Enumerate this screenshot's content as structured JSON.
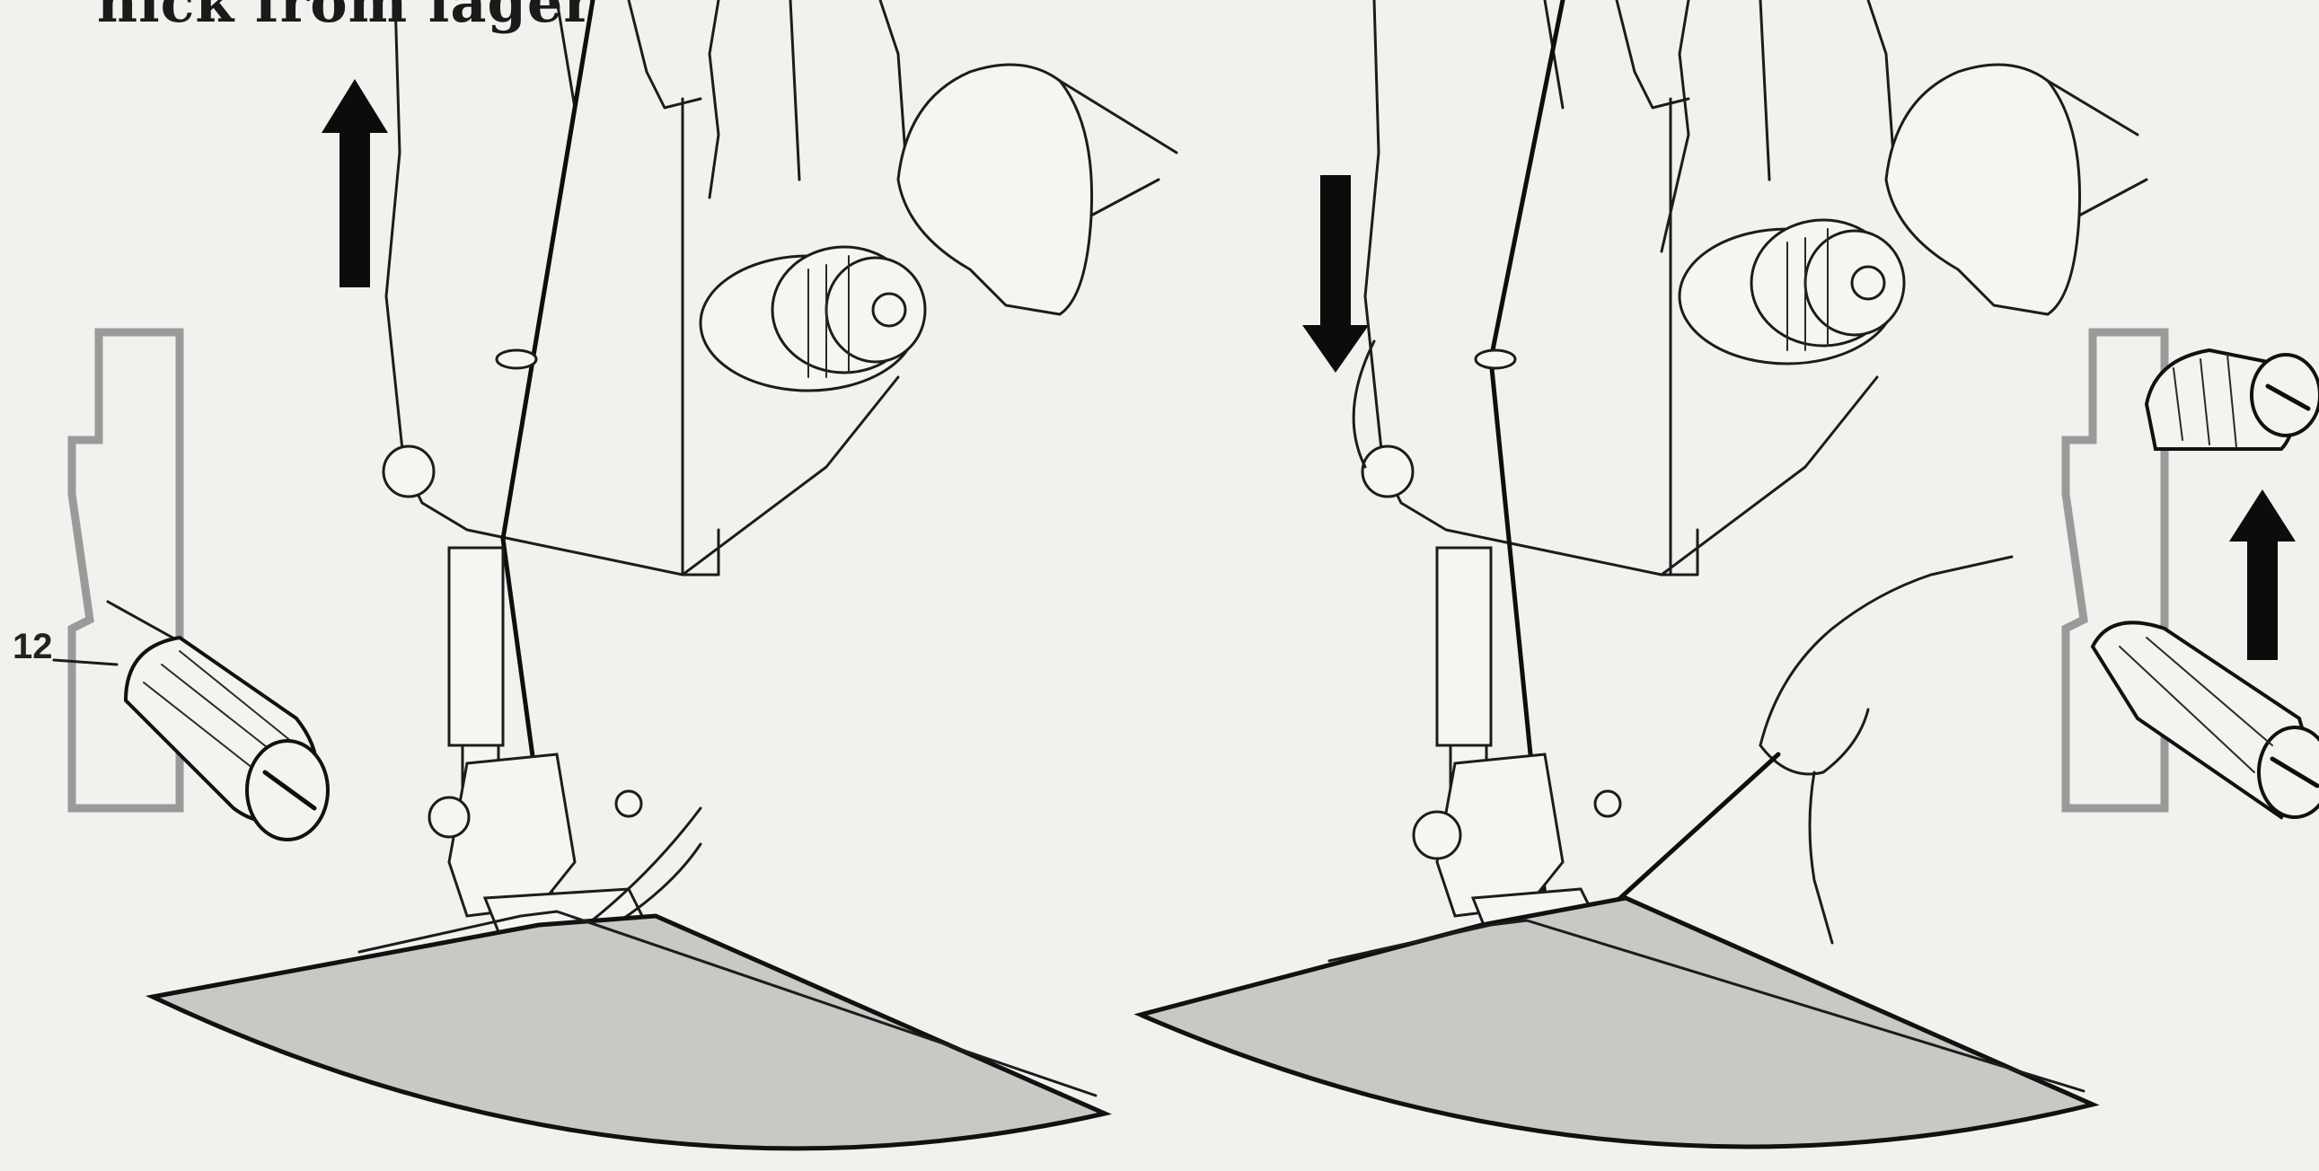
{
  "document": {
    "heading_fragment": "nick from lager",
    "panels": [
      {
        "id": "left",
        "arrow_direction": "up",
        "screwdriver_label": "12"
      },
      {
        "id": "right",
        "arrow_direction": "down",
        "inset_arrow_direction": "up"
      }
    ]
  }
}
